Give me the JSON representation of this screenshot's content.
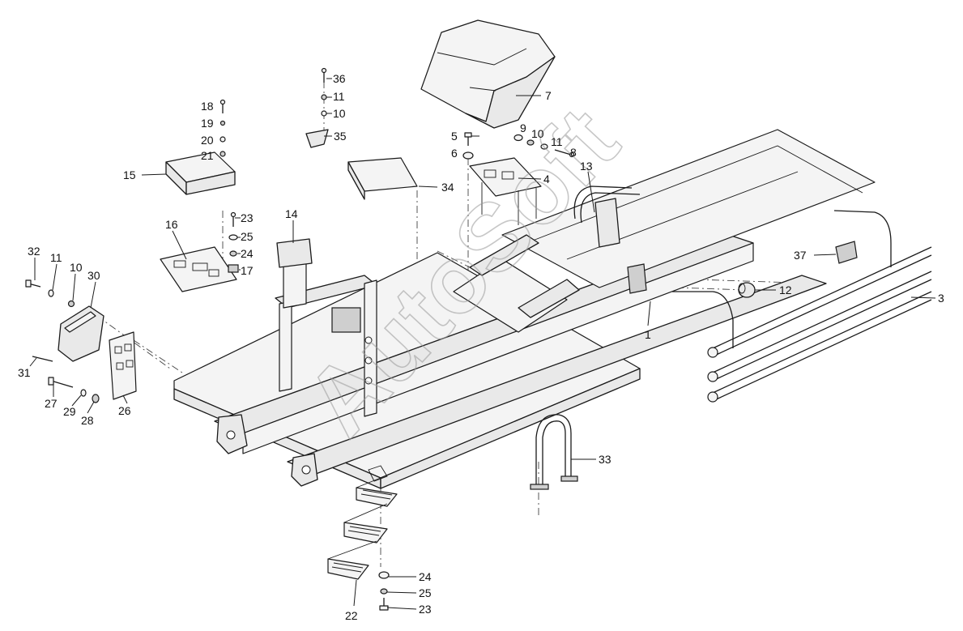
{
  "watermark": "AutoSoft",
  "callouts": [
    {
      "id": "c36",
      "label": "36"
    },
    {
      "id": "c11a",
      "label": "11"
    },
    {
      "id": "c10a",
      "label": "10"
    },
    {
      "id": "c35",
      "label": "35"
    },
    {
      "id": "c18",
      "label": "18"
    },
    {
      "id": "c19",
      "label": "19"
    },
    {
      "id": "c20",
      "label": "20"
    },
    {
      "id": "c21",
      "label": "21"
    },
    {
      "id": "c15",
      "label": "15"
    },
    {
      "id": "c7",
      "label": "7"
    },
    {
      "id": "c9",
      "label": "9"
    },
    {
      "id": "c10b",
      "label": "10"
    },
    {
      "id": "c11b",
      "label": "11"
    },
    {
      "id": "c8",
      "label": "8"
    },
    {
      "id": "c5",
      "label": "5"
    },
    {
      "id": "c6",
      "label": "6"
    },
    {
      "id": "c4",
      "label": "4"
    },
    {
      "id": "c13",
      "label": "13"
    },
    {
      "id": "c34",
      "label": "34"
    },
    {
      "id": "c23a",
      "label": "23"
    },
    {
      "id": "c25a",
      "label": "25"
    },
    {
      "id": "c24a",
      "label": "24"
    },
    {
      "id": "c17",
      "label": "17"
    },
    {
      "id": "c16",
      "label": "16"
    },
    {
      "id": "c14",
      "label": "14"
    },
    {
      "id": "c32",
      "label": "32"
    },
    {
      "id": "c11c",
      "label": "11"
    },
    {
      "id": "c10c",
      "label": "10"
    },
    {
      "id": "c30",
      "label": "30"
    },
    {
      "id": "c31",
      "label": "31"
    },
    {
      "id": "c27",
      "label": "27"
    },
    {
      "id": "c29",
      "label": "29"
    },
    {
      "id": "c28",
      "label": "28"
    },
    {
      "id": "c26",
      "label": "26"
    },
    {
      "id": "c37",
      "label": "37"
    },
    {
      "id": "c12",
      "label": "12"
    },
    {
      "id": "c3",
      "label": "3"
    },
    {
      "id": "c1",
      "label": "1"
    },
    {
      "id": "c33",
      "label": "33"
    },
    {
      "id": "c24b",
      "label": "24"
    },
    {
      "id": "c25b",
      "label": "25"
    },
    {
      "id": "c23b",
      "label": "23"
    },
    {
      "id": "c22",
      "label": "22"
    }
  ]
}
